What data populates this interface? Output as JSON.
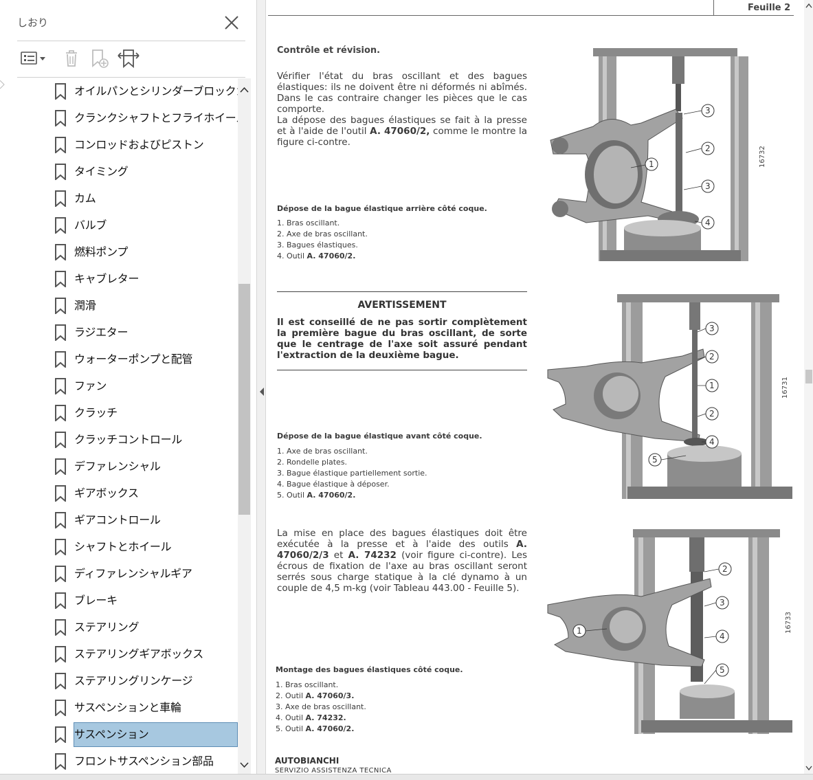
{
  "panel": {
    "title": "しおり",
    "toolbar": {
      "options_icon": "list-options-icon",
      "delete_icon": "trash-icon",
      "add_icon": "add-bookmark-icon",
      "expand_icon": "expand-bookmark-icon"
    },
    "bookmarks": [
      {
        "label": "オイルパンとシリンダーブロックカバー",
        "selected": false
      },
      {
        "label": "クランクシャフトとフライホイール",
        "selected": false
      },
      {
        "label": "コンロッドおよびピストン",
        "selected": false
      },
      {
        "label": "タイミング",
        "selected": false
      },
      {
        "label": "カム",
        "selected": false
      },
      {
        "label": "バルブ",
        "selected": false
      },
      {
        "label": "燃料ポンプ",
        "selected": false
      },
      {
        "label": "キャブレター",
        "selected": false
      },
      {
        "label": "潤滑",
        "selected": false
      },
      {
        "label": "ラジエター",
        "selected": false
      },
      {
        "label": "ウォーターポンプと配管",
        "selected": false
      },
      {
        "label": "ファン",
        "selected": false
      },
      {
        "label": "クラッチ",
        "selected": false
      },
      {
        "label": "クラッチコントロール",
        "selected": false
      },
      {
        "label": "デファレンシャル",
        "selected": false
      },
      {
        "label": "ギアボックス",
        "selected": false
      },
      {
        "label": "ギアコントロール",
        "selected": false
      },
      {
        "label": "シャフトとホイール",
        "selected": false
      },
      {
        "label": "ディファレンシャルギア",
        "selected": false
      },
      {
        "label": "ブレーキ",
        "selected": false
      },
      {
        "label": "ステアリング",
        "selected": false
      },
      {
        "label": "ステアリングギアボックス",
        "selected": false
      },
      {
        "label": "ステアリングリンケージ",
        "selected": false
      },
      {
        "label": "サスペンションと車輪",
        "selected": false
      },
      {
        "label": "サスペンション",
        "selected": true
      },
      {
        "label": "フロントサスペンション部品",
        "selected": false
      }
    ]
  },
  "doc": {
    "sheet": "Feuille 2",
    "section1": {
      "title": "Contrôle et révision.",
      "p1": "Vérifier l'état du bras oscillant et des bagues élastiques: ils ne doivent être ni déformés ni abîmés. Dans le cas contraire changer les pièces que le cas comporte.",
      "p2a": "La dépose des bagues élastiques se fait à la presse et à l'aide de l'outil ",
      "p2b": "A. 47060/2,",
      "p2c": " comme le montre la figure ci-contre.",
      "caption": "Dépose de la bague élastique arrière côté coque.",
      "items": [
        "1. Bras oscillant.",
        "2. Axe de bras oscillant.",
        "3. Bagues élastiques.",
        "4. Outil "
      ],
      "item4_bold": "A. 47060/2.",
      "fig_no": "16732"
    },
    "warning": {
      "title": "AVERTISSEMENT",
      "text": "Il est conseillé de ne pas sortir complètement la première bague du bras oscillant, de sorte que le centrage de l'axe soit assuré pendant l'extraction de la deuxième bague."
    },
    "section2": {
      "caption": "Dépose de la bague élastique avant côté coque.",
      "items": [
        "1. Axe de bras oscillant.",
        "2. Rondelle plates.",
        "3. Bague élastique partiellement sortie.",
        "4. Bague élastique à déposer.",
        "5. Outil "
      ],
      "item5_bold": "A. 47060/2.",
      "fig_no": "16731"
    },
    "section3": {
      "p_a": "La mise en place des bagues élastiques doit être exécutée à la presse et à l'aide des outils ",
      "p_b": "A. 47060/2/3",
      "p_c": " et ",
      "p_d": "A. 74232",
      "p_e": " (voir figure ci-contre). Les écrous de fixation de l'axe au bras oscillant seront serrés sous charge statique à la clé dynamo à un couple de 4,5 m-kg (voir Tableau 443.00 - Feuille 5).",
      "caption": "Montage des bagues élastiques côté coque.",
      "items": [
        "1. Bras oscillant.",
        "2. Outil ",
        "3. Axe de bras oscillant.",
        "4. Outil ",
        "5. Outil "
      ],
      "item2_bold": "A. 47060/3.",
      "item4_bold": "A. 74232.",
      "item5_bold": "A. 47060/2.",
      "fig_no": "16733"
    },
    "callouts": [
      "1",
      "2",
      "3",
      "4",
      "5"
    ],
    "brand": "AUTOBIANCHI",
    "brand_sub": "SERVIZIO ASSISTENZA TECNICA"
  }
}
